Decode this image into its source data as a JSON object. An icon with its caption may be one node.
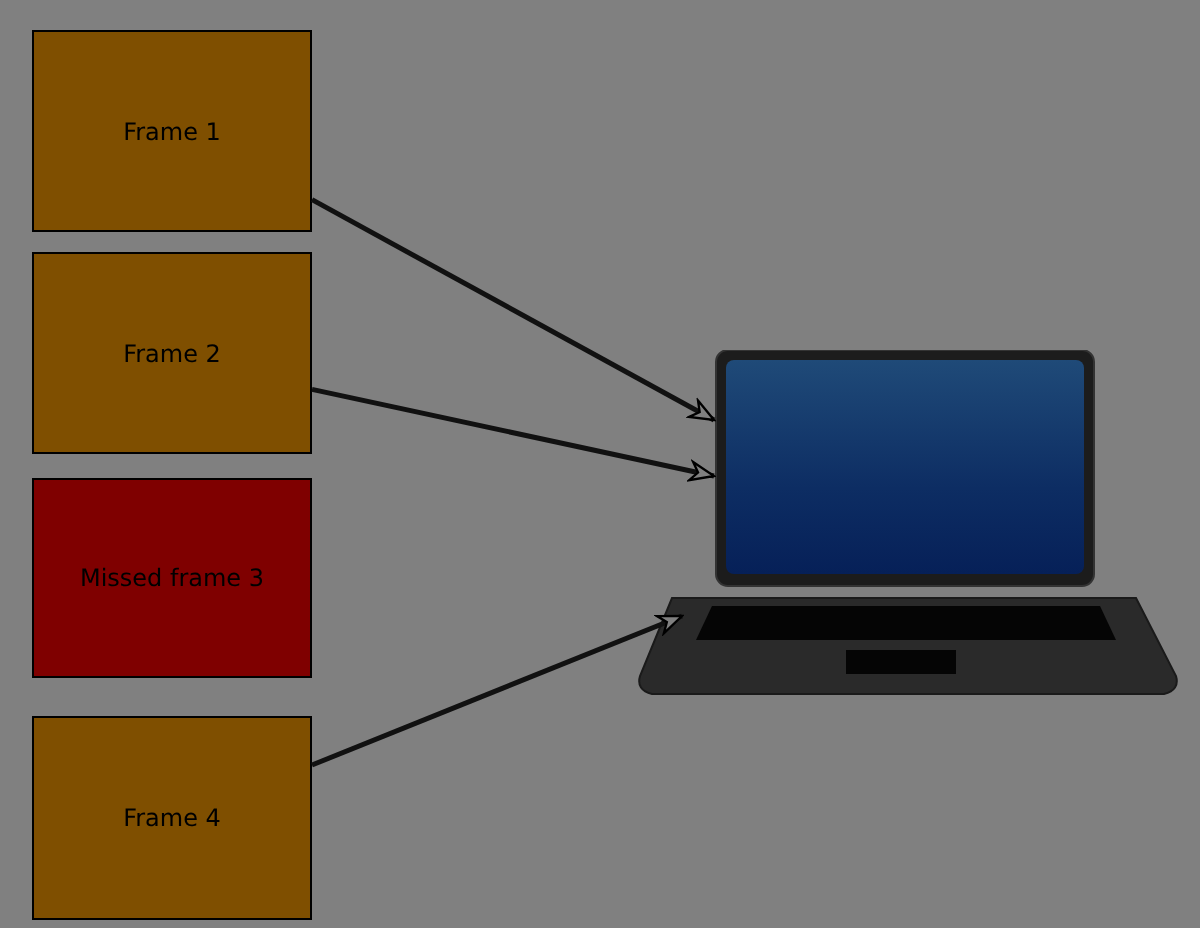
{
  "diagram": {
    "nodes": [
      {
        "text": [
          "Frame 1"
        ]
      },
      {
        "text": [
          "Frame 2"
        ]
      },
      {
        "text": [
          "Missed frame 3"
        ]
      },
      {
        "text": [
          "Frame 4"
        ]
      },
      {
        "text": [],
        "shape": "picture"
      }
    ],
    "edges": [
      {
        "from": 0,
        "to": 4,
        "arrow": "to"
      },
      {
        "from": 1,
        "to": 4,
        "arrow": "to"
      },
      {
        "from": 3,
        "to": 4,
        "arrow": "to"
      }
    ]
  }
}
